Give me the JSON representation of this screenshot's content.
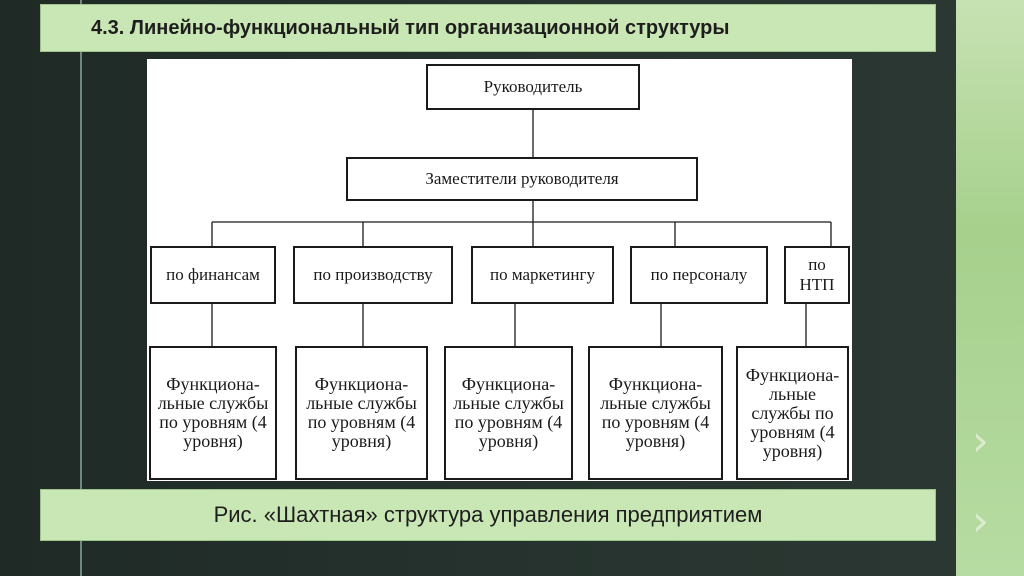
{
  "slide": {
    "title": "4.3. Линейно-функциональный тип организационной структуры",
    "caption": "Рис. «Шахтная» структура управления предприятием"
  },
  "diagram": {
    "head": "Руководитель",
    "deputies": "Заместители руководителя",
    "directions": [
      "по финансам",
      "по производству",
      "по маркетингу",
      "по персоналу",
      "по НТП"
    ],
    "services": [
      "Функциона-льные службы по уровням (4 уровня)",
      "Функциона-льные службы по уровням (4 уровня)",
      "Функциона-льные службы по уровням (4 уровня)",
      "Функциона-льные службы по уровням (4 уровня)",
      "Функциона-льные службы по уровням (4 уровня)"
    ]
  },
  "colors": {
    "accent_bar": "#c9e7b4",
    "background": "#26302c",
    "line": "#1a1a1a"
  }
}
